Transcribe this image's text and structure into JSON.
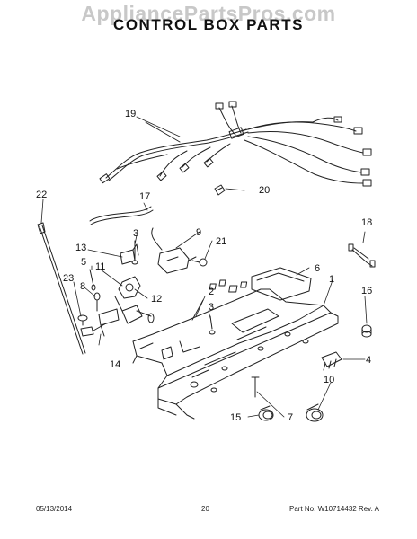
{
  "watermark": "AppliancePartsPros.com",
  "title": "CONTROL BOX PARTS",
  "callouts": [
    "1",
    "2",
    "3",
    "3",
    "4",
    "5",
    "6",
    "7",
    "8",
    "9",
    "10",
    "11",
    "12",
    "13",
    "14",
    "15",
    "16",
    "17",
    "18",
    "19",
    "20",
    "21",
    "22",
    "23"
  ],
  "footer": {
    "date": "05/13/2014",
    "page": "20",
    "part_no": "Part No. W10714432  Rev. A"
  }
}
